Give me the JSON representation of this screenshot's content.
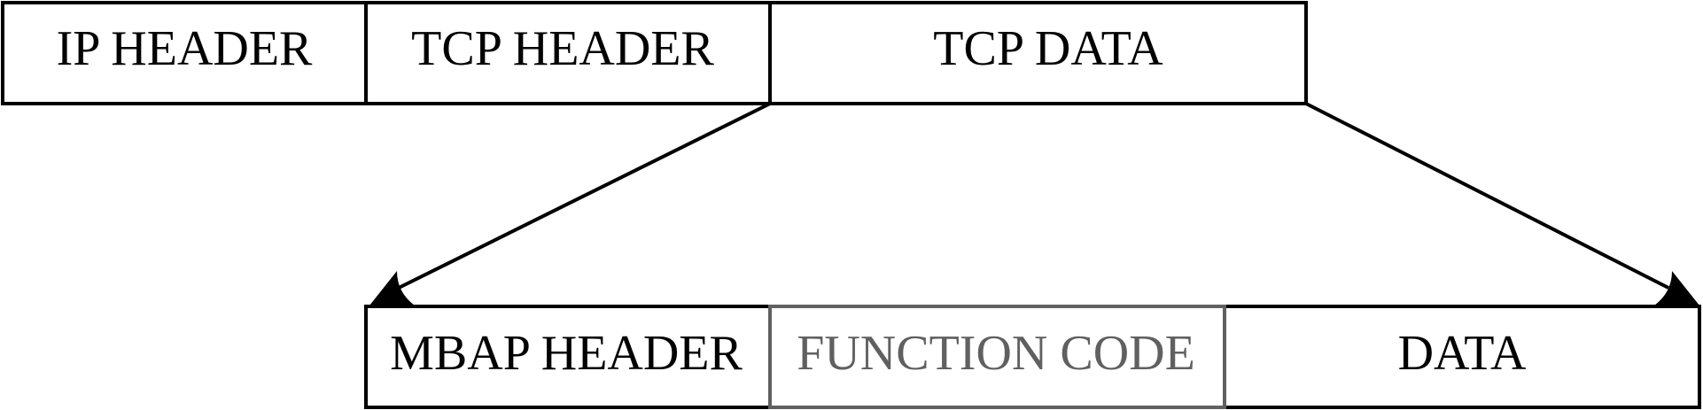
{
  "top_row": {
    "cells": [
      {
        "label": "IP HEADER"
      },
      {
        "label": "TCP HEADER"
      },
      {
        "label": "TCP DATA"
      }
    ]
  },
  "bottom_row": {
    "cells": [
      {
        "label": "MBAP HEADER"
      },
      {
        "label": "FUNCTION CODE"
      },
      {
        "label": "DATA"
      }
    ]
  },
  "colors": {
    "stroke": "#000000",
    "function_code": "#606060",
    "text": "#000000"
  }
}
